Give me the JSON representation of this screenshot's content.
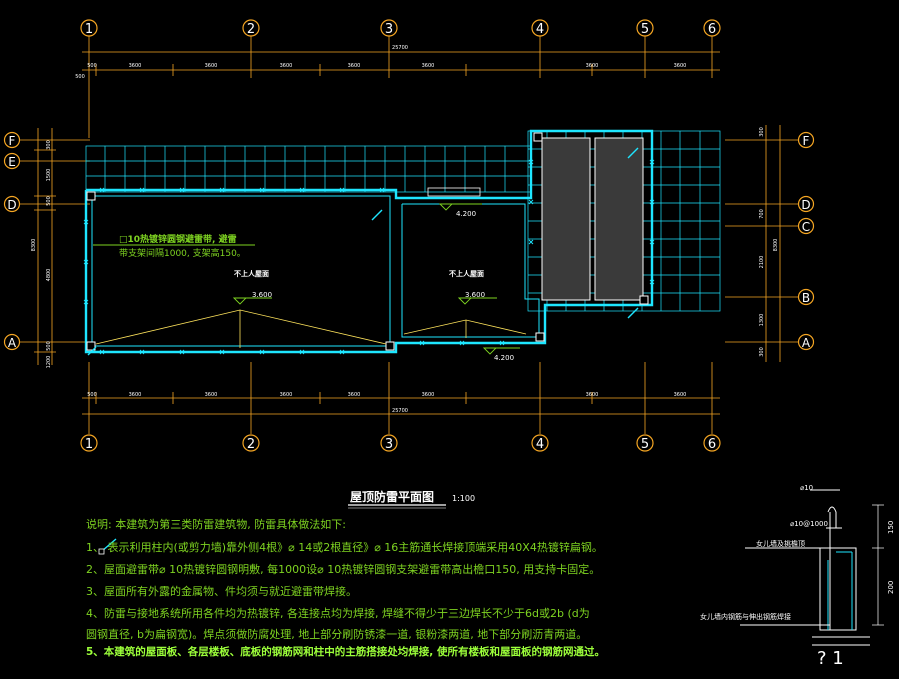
{
  "grid": {
    "columns": [
      "1",
      "2",
      "3",
      "4",
      "5",
      "6"
    ],
    "rows_left": [
      "F",
      "E",
      "D",
      "A"
    ],
    "rows_right": [
      "F",
      "D",
      "C",
      "B",
      "A"
    ],
    "top_spans": [
      "500",
      "3600",
      "3600",
      "3600",
      "3600",
      "3600",
      "3600",
      "3600"
    ],
    "top_total": "25700",
    "top_tag": "500",
    "bottom_spans": [
      "500",
      "3600",
      "3600",
      "3600",
      "3600",
      "3600",
      "3600",
      "3600"
    ],
    "bottom_total": "25700",
    "left_dims": [
      "300",
      "1500",
      "500",
      "4800",
      "500",
      "1200"
    ],
    "left_total": "8300",
    "right_dims": [
      "300",
      "700",
      "2100",
      "1300",
      "300"
    ],
    "right_total": "8300"
  },
  "plan": {
    "label_roof_a": "不上人屋面",
    "label_roof_b": "不上人屋面",
    "elev_left": "3.600",
    "elev_mid": "3.600",
    "elev_top": "4.200",
    "elev_bottom": "4.200",
    "callout_line1": "□10热镀锌圆钢避雷带, 避雷",
    "callout_line2": "带支架间隔1000, 支架高150。"
  },
  "title": {
    "text": "屋顶防雷平面图",
    "scale": "1:100"
  },
  "notes": [
    "说明: 本建筑为第三类防雷建筑物, 防雷具体做法如下:",
    "1、      表示利用柱内(或剪力墙)靠外侧4根》⌀ 14或2根直径》⌀ 16主筋通长焊接顶端采用40X4热镀锌扁钢。",
    "2、屋面避雷带⌀ 10热镀锌圆钢明敷, 每1000设⌀ 10热镀锌圆钢支架避雷带高出檐口150, 用支持卡固定。",
    "3、屋面所有外露的金属物、件均须与就近避雷带焊接。",
    "4、防雷与接地系统所用各件均为热镀锌, 各连接点均为焊接, 焊缝不得少于三边焊长不少于6d或2b (d为",
    "      圆钢直径, b为扁钢宽)。焊点须做防腐处理, 地上部分刷防锈漆一道, 银粉漆两道, 地下部分刷沥青两道。",
    "5、本建筑的屋面板、各层楼板、底板的钢筋网和柱中的主筋搭接处均焊接, 使所有楼板和屋面板的钢筋网通过。"
  ],
  "detail": {
    "rod_label": "⌀10",
    "support_label": "⌀10@1000",
    "wall_label": "女儿墙及挑檐顶",
    "weld_label": "女儿墙内钢筋与伸出钢筋焊接",
    "dim_upper": "150",
    "dim_lower": "200",
    "detail_mark": "?  1"
  },
  "colors": {
    "background": "#000000",
    "axis": "#f5a623",
    "cyan": "#1ee6ff",
    "green": "#7ed321",
    "yellow": "#ffe45c",
    "white": "#ffffff"
  }
}
